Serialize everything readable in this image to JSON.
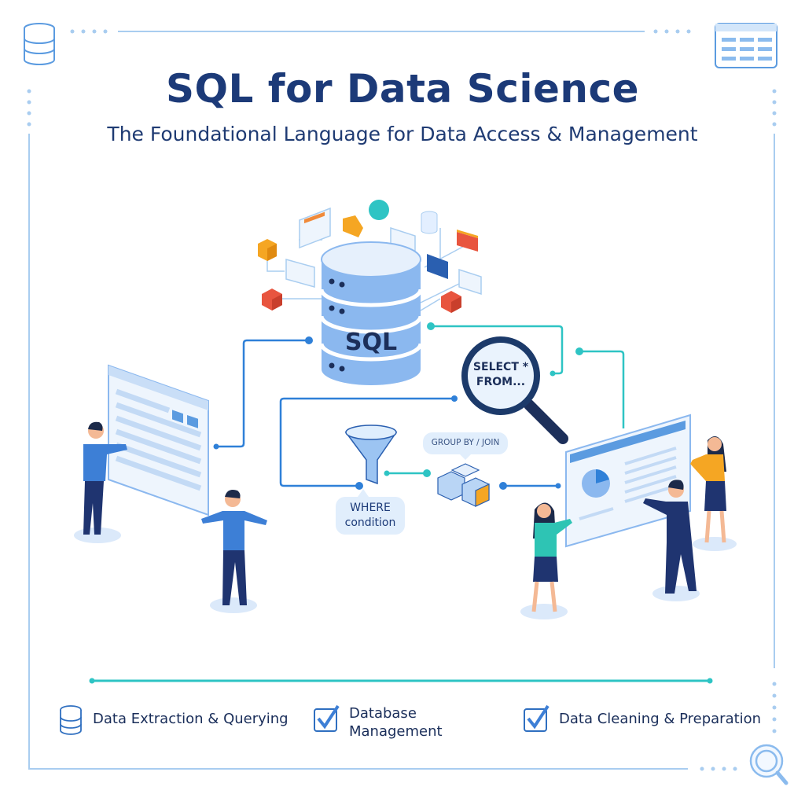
{
  "header": {
    "title": "SQL for Data Science",
    "subtitle": "The Foundational Language for Data Access & Management"
  },
  "diagram": {
    "database_label": "SQL",
    "magnifier_text_line1": "SELECT *",
    "magnifier_text_line2": "FROM...",
    "filter_label_line1": "WHERE",
    "filter_label_line2": "condition",
    "group_label": "GROUP BY / JOIN"
  },
  "features": [
    {
      "icon": "database-icon",
      "label": "Data Extraction & Querying"
    },
    {
      "icon": "checkbox-icon",
      "label_line1": "Database",
      "label_line2": "Management"
    },
    {
      "icon": "checkbox-icon",
      "label": "Data Cleaning & Preparation"
    }
  ],
  "colors": {
    "title": "#1c3a78",
    "accent_blue": "#2f80d8",
    "accent_teal": "#2ec4c4",
    "orange": "#f5a623",
    "red": "#e8553f",
    "cylinder": "#8bb8ef"
  }
}
